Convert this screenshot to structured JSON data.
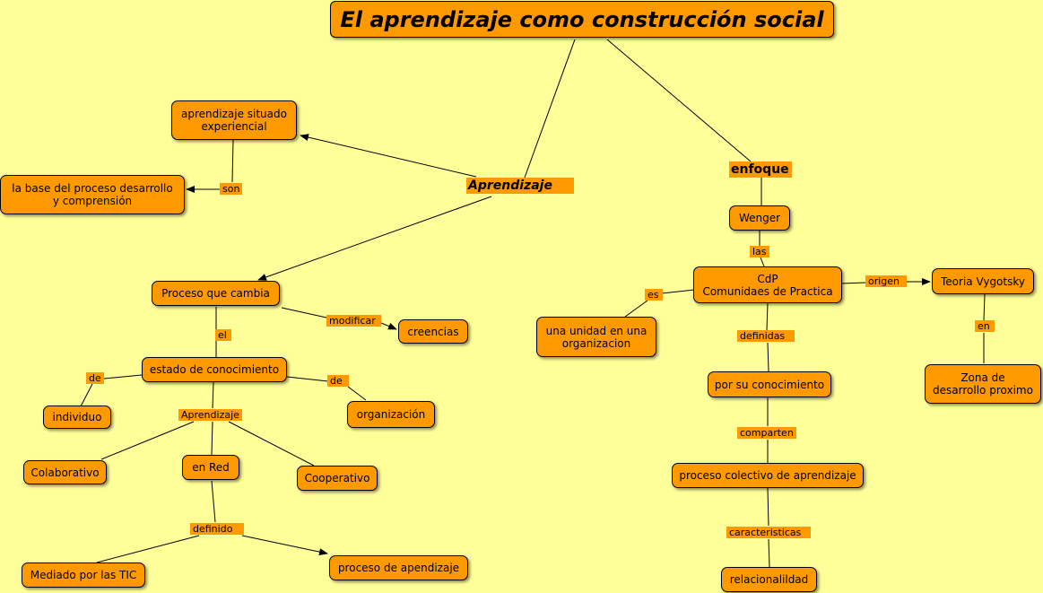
{
  "title": "El aprendizaje como construcción social",
  "nodes": {
    "aprendizaje_situado": "aprendizaje situado\nexperiencial",
    "base_proceso": "la base del proceso  desarrollo\ny comprensión",
    "proceso_cambia": "Proceso que cambia",
    "creencias": "creencias",
    "estado_conocimiento": "estado de conocimiento",
    "individuo": "individuo",
    "organizacion": "organización",
    "colaborativo": "Colaborativo",
    "en_red": "en Red",
    "cooperativo": "Cooperativo",
    "mediado_tic": "Mediado por las TIC",
    "proceso_apendizaje": "proceso de apendizaje",
    "wenger": "Wenger",
    "cdp": "CdP\nComunidaes de Practica",
    "unidad_organizacion": "una unidad en una\norganizacion",
    "teoria_vygotsky": "Teoria Vygotsky",
    "zona_desarrollo": "Zona de\ndesarrollo proximo",
    "por_su_conocimiento": "por su conocimiento",
    "proceso_colectivo": "proceso colectivo de aprendizaje",
    "relacionalildad": "relacionalildad"
  },
  "links": {
    "aprendizaje_main": "Aprendizaje",
    "enfoque": "enfoque",
    "son": "son",
    "modificar": "modificar",
    "el": "el",
    "de_left": "de",
    "de_right": "de",
    "aprendizaje_small": "Aprendizaje",
    "definido": "definido",
    "las": "las",
    "es": "es",
    "origen": "origen",
    "en": "en",
    "definidas": "definidas",
    "comparten": "comparten",
    "caracteristicas": "caracteristicas"
  }
}
